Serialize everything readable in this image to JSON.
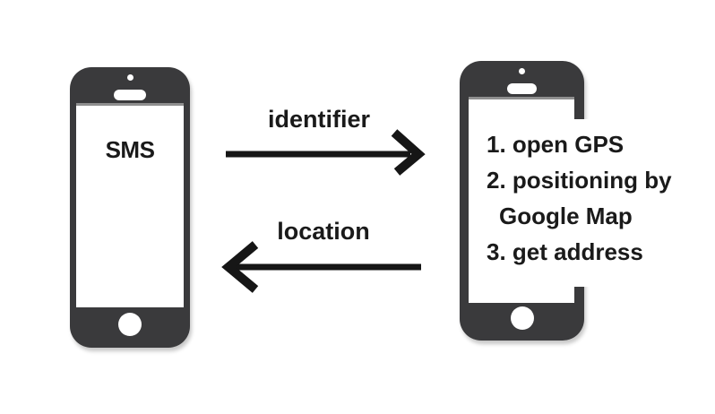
{
  "left_phone": {
    "screen_label": "SMS"
  },
  "right_phone": {
    "steps": [
      "1. open GPS",
      "2. positioning by",
      "Google Map",
      "3. get address"
    ]
  },
  "arrows": {
    "to_right": {
      "label": "identifier",
      "direction": "right"
    },
    "to_left": {
      "label": "location",
      "direction": "left"
    }
  },
  "colors": {
    "background": "#ffffff",
    "phone_body": "#3a3a3c",
    "screen": "#ffffff",
    "text": "#1a1a1a",
    "arrow": "#161616"
  }
}
